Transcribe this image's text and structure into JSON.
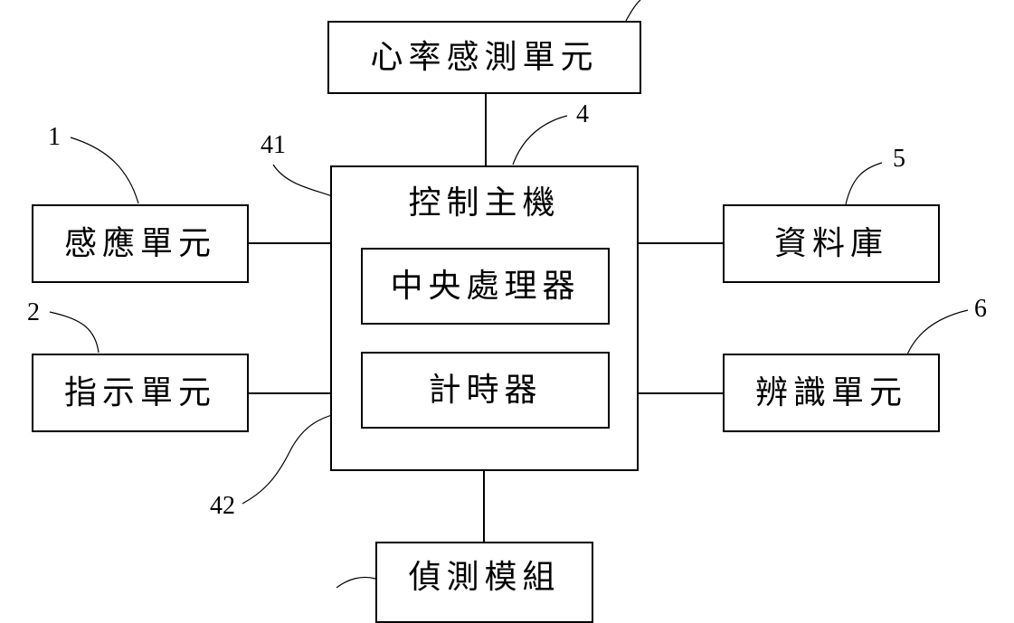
{
  "diagram": {
    "nodes": {
      "heart_rate_sensing_unit": {
        "label": "心率感測單元",
        "ref": ""
      },
      "sensing_unit": {
        "label": "感應單元",
        "ref": "1"
      },
      "indicating_unit": {
        "label": "指示單元",
        "ref": "2"
      },
      "control_host": {
        "label": "控制主機",
        "ref": "4"
      },
      "central_processor": {
        "label": "中央處理器",
        "ref": "41"
      },
      "timer": {
        "label": "計時器",
        "ref": "42"
      },
      "database": {
        "label": "資料庫",
        "ref": "5"
      },
      "identification_unit": {
        "label": "辨識單元",
        "ref": "6"
      },
      "detection_module": {
        "label": "偵測模組",
        "ref": ""
      }
    },
    "edges": [
      {
        "from": "heart_rate_sensing_unit",
        "to": "control_host"
      },
      {
        "from": "sensing_unit",
        "to": "control_host"
      },
      {
        "from": "indicating_unit",
        "to": "control_host"
      },
      {
        "from": "database",
        "to": "control_host"
      },
      {
        "from": "identification_unit",
        "to": "control_host"
      },
      {
        "from": "detection_module",
        "to": "control_host"
      }
    ]
  }
}
